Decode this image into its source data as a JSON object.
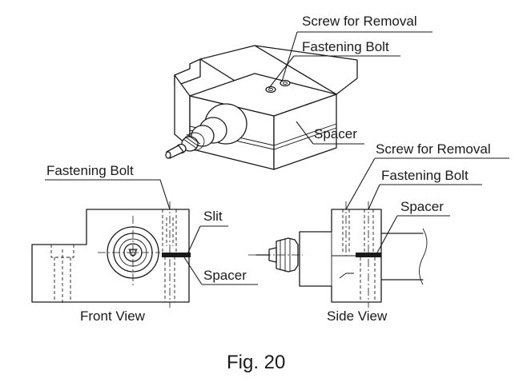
{
  "labels": {
    "iso_screw_removal": "Screw for Removal",
    "iso_fastening_bolt": "Fastening Bolt",
    "iso_spacer": "Spacer",
    "front_fastening_bolt": "Fastening Bolt",
    "front_slit": "Slit",
    "front_spacer": "Spacer",
    "front_view": "Front View",
    "side_screw_removal": "Screw for Removal",
    "side_fastening_bolt": "Fastening Bolt",
    "side_spacer": "Spacer",
    "side_view": "Side View"
  },
  "caption": "Fig. 20"
}
